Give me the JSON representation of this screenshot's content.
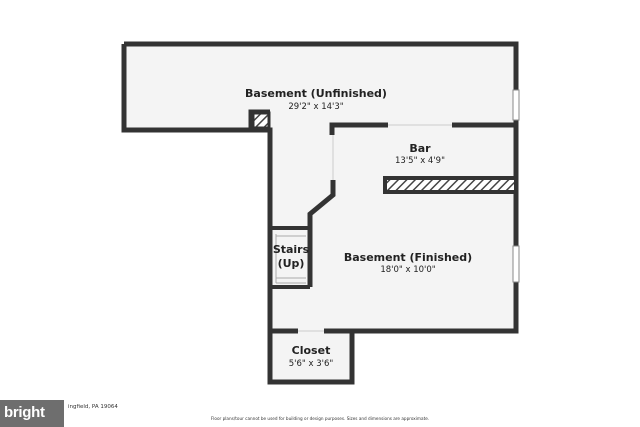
{
  "rooms": {
    "basement_unfinished": {
      "name": "Basement (Unfinished)",
      "dims": "29'2\" x 14'3\""
    },
    "bar": {
      "name": "Bar",
      "dims": "13'5\" x 4'9\""
    },
    "stairs": {
      "name_line1": "Stairs",
      "name_line2": "(Up)"
    },
    "basement_finished": {
      "name": "Basement (Finished)",
      "dims": "18'0\" x 10'0\""
    },
    "closet": {
      "name": "Closet",
      "dims": "5'6\" x 3'6\""
    }
  },
  "footer": {
    "address": "ingfield, PA 19064",
    "disclaimer": "Floor plans/tour cannot be used for building or design purposes. Sizes and dimensions are approximate.",
    "brand": "bright"
  },
  "colors": {
    "wall": "#333333",
    "floor": "#f4f4f4",
    "hatch": "#555555"
  }
}
